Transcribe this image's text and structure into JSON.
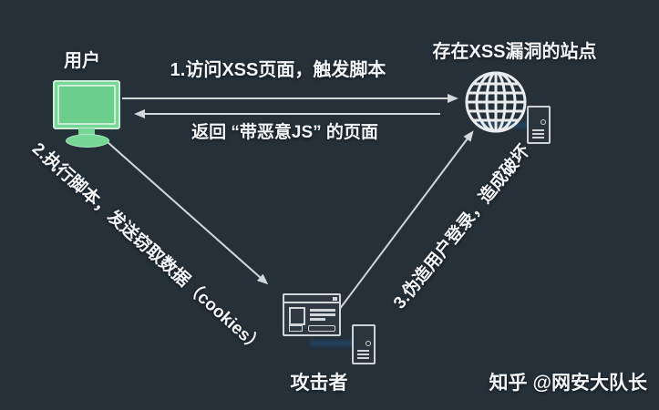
{
  "nodes": {
    "user": {
      "label": "用户"
    },
    "site": {
      "label": "存在XSS漏洞的站点"
    },
    "attacker": {
      "label": "攻击者"
    }
  },
  "edges": {
    "step1": {
      "label": "1.访问XSS页面，触发脚本"
    },
    "step1_return": {
      "label": "返回 “带恶意JS” 的页面"
    },
    "step2": {
      "label": "2.执行脚本，发送窃取数据（cookies）"
    },
    "step3": {
      "label": "3.伪造用户登录，造成破坏"
    }
  },
  "watermark": {
    "brand": "知乎",
    "handle": "@网安大队长"
  },
  "icons": {
    "user": "monitor-icon",
    "site": "globe-icon",
    "site_server": "server-icon",
    "attacker": "browser-window-icon",
    "attacker_server": "server-icon"
  },
  "colors": {
    "background": "#253039",
    "monitor_green": "#78d697",
    "monitor_green_light": "#c9f0d6",
    "arrow": "#d2d7da",
    "text": "#f4f5f6",
    "glow_blue": "#1c4d79"
  }
}
